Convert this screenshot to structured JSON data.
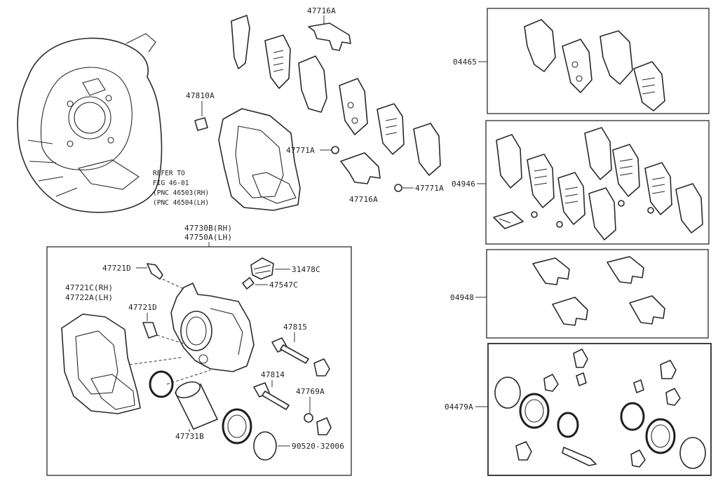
{
  "labels": {
    "p47716a_top": "47716A",
    "p47810a": "47810A",
    "p47771a_left": "47771A",
    "p47716a_mid": "47716A",
    "p47771a_right": "47771A",
    "refer1": "REFER TO",
    "refer2": "FIG 46-01",
    "refer3": "(PNC 46503(RH)",
    "refer4": "(PNC 46504(LH)",
    "p47730b": "47730B(RH)",
    "p47750a": "47750A(LH)",
    "p47721d_top": "47721D",
    "p31478c": "31478C",
    "p47547c": "47547C",
    "p47721c": "47721C(RH)",
    "p47722a": "47722A(LH)",
    "p47721d_mid": "47721D",
    "p47815": "47815",
    "p47814": "47814",
    "p47769a": "47769A",
    "p47731b": "47731B",
    "p90520": "90520-32006",
    "k04465": "04465",
    "k04946": "04946",
    "k04948": "04948",
    "k04479a": "04479A"
  }
}
